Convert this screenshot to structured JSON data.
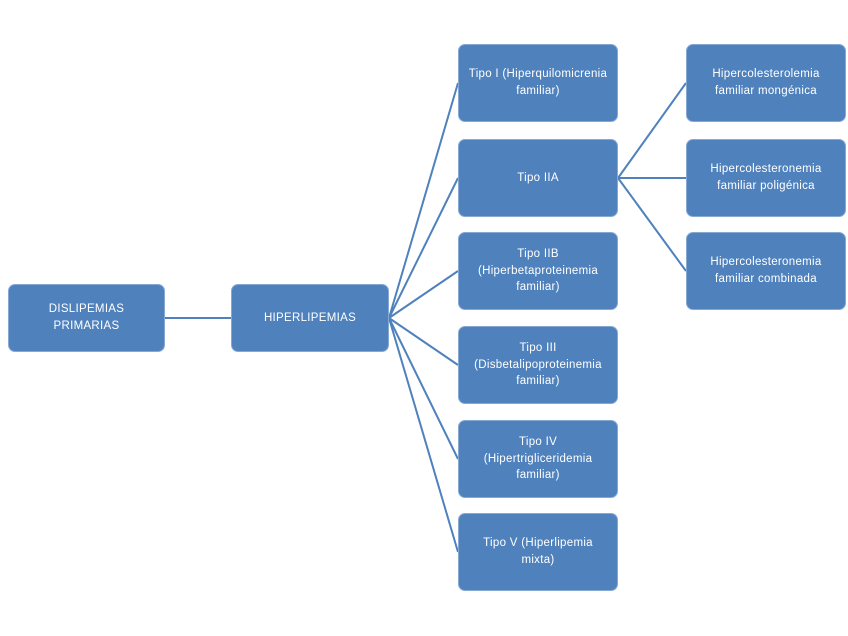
{
  "colors": {
    "node_fill": "#4f81bd",
    "node_border": "#86a9d4",
    "connector": "#4f81bd",
    "text": "#ffffff",
    "background": "#ffffff"
  },
  "diagram": {
    "root": {
      "label": "DISLIPEMIAS PRIMARIAS"
    },
    "branch": {
      "label": "HIPERLIPEMIAS"
    },
    "types": [
      {
        "label": "Tipo I (Hiperquilomicrenia familiar)"
      },
      {
        "label": "Tipo IIA"
      },
      {
        "label": "Tipo IIB (Hiperbetaproteinemia familiar)"
      },
      {
        "label": "Tipo III (Disbetalipoproteinemia familiar)"
      },
      {
        "label": "Tipo IV (Hipertrigliceridemia familiar)"
      },
      {
        "label": "Tipo V (Hiperlipemia mixta)"
      }
    ],
    "subtypes": [
      {
        "label": "Hipercolesterolemia familiar mongénica"
      },
      {
        "label": "Hipercolesteronemia familiar poligénica"
      },
      {
        "label": "Hipercolesteronemia familiar combinada"
      }
    ]
  }
}
